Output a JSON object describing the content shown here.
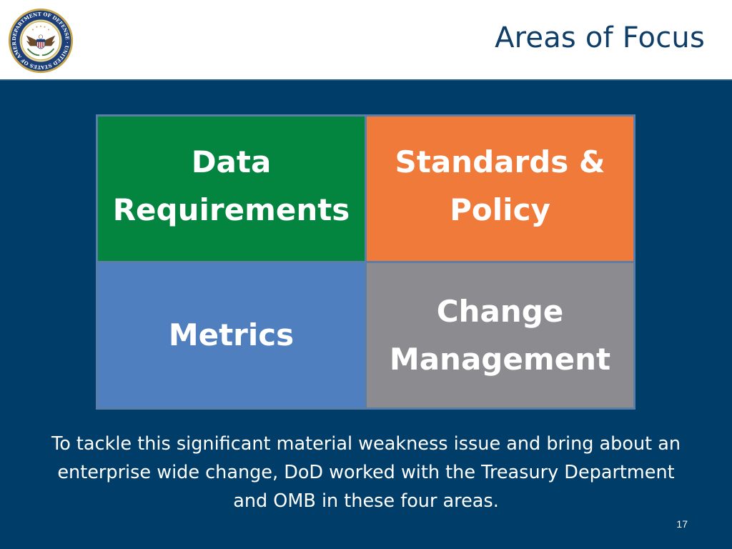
{
  "slide": {
    "title": "Areas of Focus",
    "page_number": "17",
    "seal": {
      "icon": "dod-seal-icon",
      "ring_text": "DEPARTMENT OF DEFENSE · UNITED STATES OF AMERICA"
    },
    "quadrants": [
      {
        "lines": [
          "Data",
          "Requirements"
        ],
        "color": "#03843f"
      },
      {
        "lines": [
          "Standards &",
          "Policy"
        ],
        "color": "#f07a3a"
      },
      {
        "lines": [
          "Metrics"
        ],
        "color": "#4f7fbf"
      },
      {
        "lines": [
          "Change",
          "Management"
        ],
        "color": "#8c8c90"
      }
    ],
    "caption": "To tackle this significant material weakness issue and bring about an enterprise wide change, DoD worked with the Treasury Department and OMB in these four areas."
  },
  "colors": {
    "title": "#0f3e68",
    "panel_background": "#003d68",
    "grid_border": "#5a7ea8"
  }
}
